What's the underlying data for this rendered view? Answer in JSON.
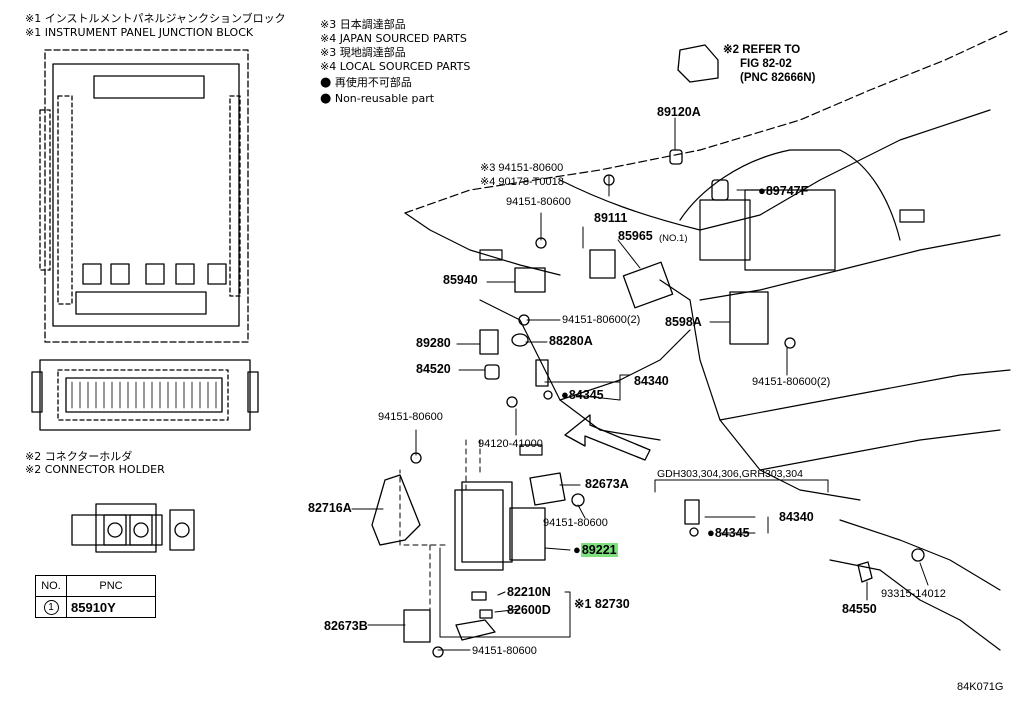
{
  "notes_left": {
    "jb_jp": "※1 インストルメントパネルジャンクションブロック",
    "jb_en": "※1 INSTRUMENT PANEL JUNCTION BLOCK",
    "ch_jp": "※2 コネクターホルダ",
    "ch_en": "※2 CONNECTOR HOLDER"
  },
  "legend": {
    "l1": "※3 日本調達部品",
    "l2": "※4 JAPAN SOURCED PARTS",
    "l3": "※3 現地調達部品",
    "l4": "※4 LOCAL SOURCED PARTS",
    "l5": "再使用不可部品",
    "l6": "Non-reusable part"
  },
  "refer": {
    "r1": "※2 REFER TO",
    "r2": "FIG 82-02",
    "r3": "(PNC 82666N)"
  },
  "table": {
    "h_no": "NO.",
    "h_pnc": "PNC",
    "row_no": "1",
    "row_pnc": "85910Y"
  },
  "parts": {
    "p89120A": "89120A",
    "p94151_top_a": "※3 94151-80600",
    "p490178": "※4 90178-T0018",
    "p94151_b": "94151-80600",
    "p89111": "89111",
    "p85965": "85965",
    "p85965_no": "(NO.1)",
    "p89747F": "89747F",
    "p85940": "85940",
    "p94151_2a": "94151-80600(2)",
    "p89280": "89280",
    "p88280A": "88280A",
    "p85980A": "8598A",
    "p84520": "84520",
    "p84340a": "84340",
    "p84345a": "84345",
    "p94151_2b": "94151-80600(2)",
    "p94151_c": "94151-80600",
    "p94120": "94120-41000",
    "p82673A": "82673A",
    "p82716A": "82716A",
    "p94151_d": "94151-80600",
    "p89221": "89221",
    "p82210N": "82210N",
    "p82600D": "82600D",
    "p82730": "※1 82730",
    "p82673B": "82673B",
    "p94151_e": "94151-80600",
    "gdh": "GDH303,304,306,GRH303,304",
    "p84340b": "84340",
    "p84345b": "84345",
    "p93315": "93315-14012",
    "p84550": "84550",
    "code": "84K071G"
  },
  "colors": {
    "highlight": "#7ee07e"
  }
}
